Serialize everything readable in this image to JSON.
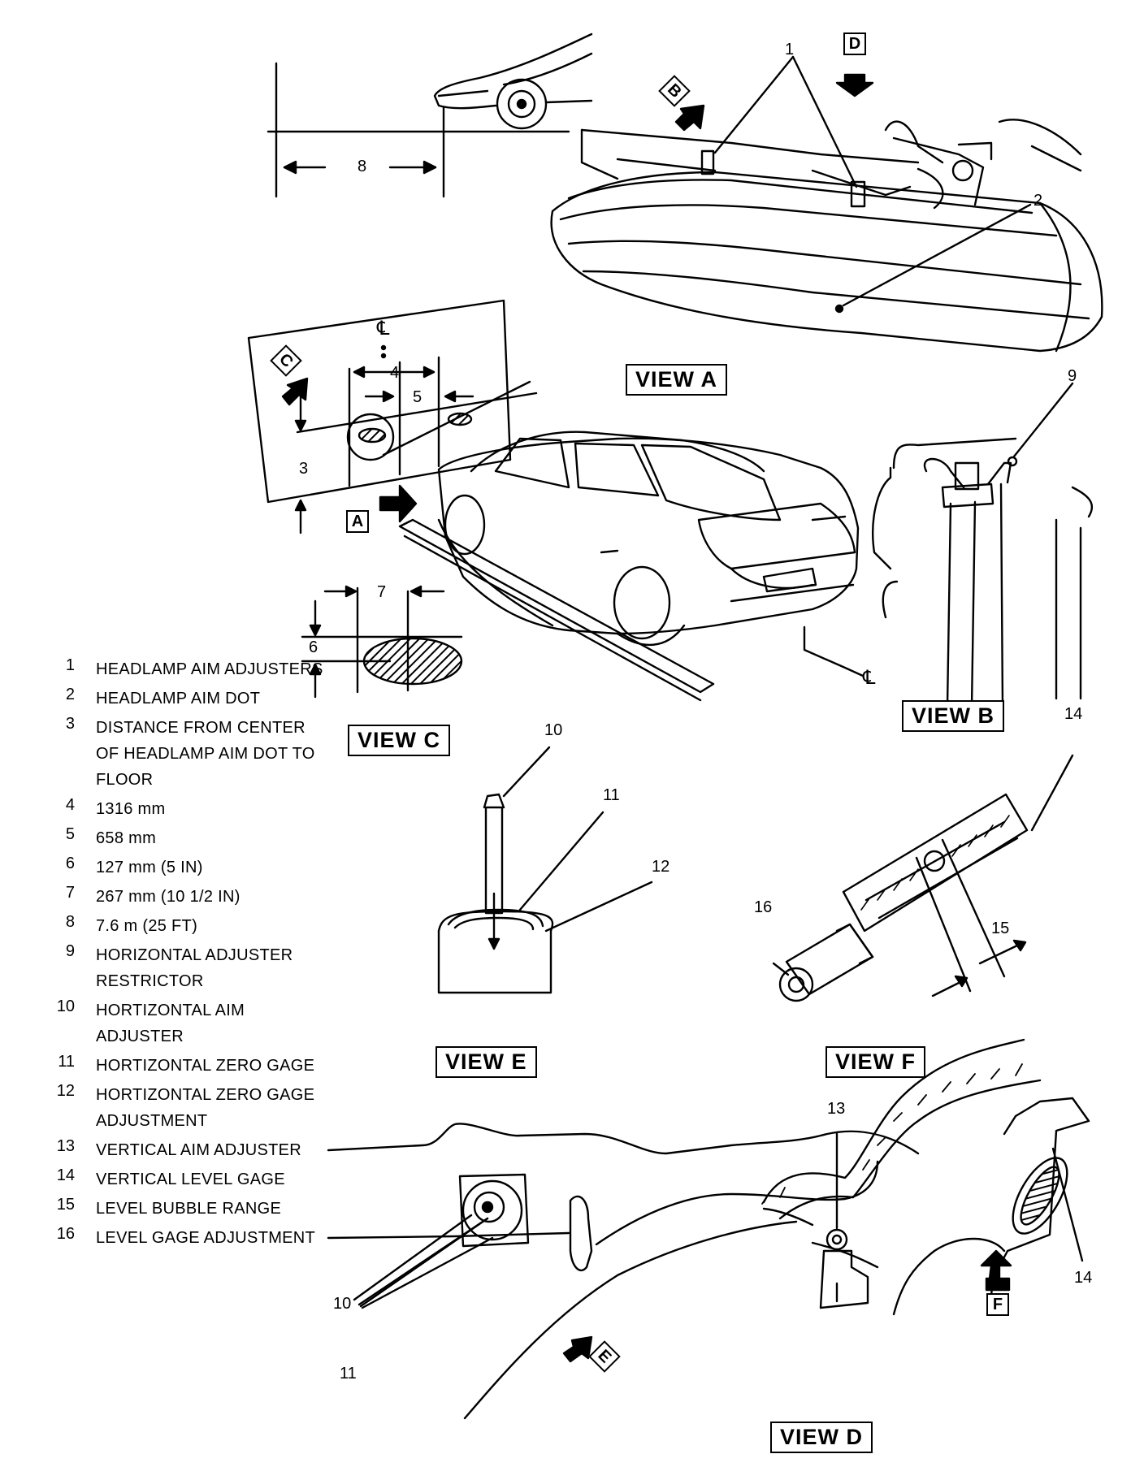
{
  "views": {
    "a": "VIEW A",
    "b": "VIEW B",
    "c": "VIEW C",
    "d": "VIEW D",
    "e": "VIEW E",
    "f": "VIEW F"
  },
  "arrows": {
    "a": "A",
    "b": "B",
    "c": "C",
    "d": "D",
    "e": "E",
    "f": "F"
  },
  "centerline": "℄",
  "callouts": {
    "c1": "1",
    "c2": "2",
    "c3": "3",
    "c4": "4",
    "c5": "5",
    "c6": "6",
    "c7": "7",
    "c8": "8",
    "c9": "9",
    "c10a": "10",
    "c10b": "10",
    "c11a": "11",
    "c11b": "11",
    "c12": "12",
    "c13": "13",
    "c14a": "14",
    "c14b": "14",
    "c15": "15",
    "c16": "16"
  },
  "legend": [
    {
      "num": "1",
      "text": "HEADLAMP AIM ADJUSTERS"
    },
    {
      "num": "2",
      "text": "HEADLAMP AIM DOT"
    },
    {
      "num": "3",
      "text": "DISTANCE FROM CENTER OF HEADLAMP AIM DOT TO FLOOR"
    },
    {
      "num": "4",
      "text": "1316 mm"
    },
    {
      "num": "5",
      "text": "658 mm"
    },
    {
      "num": "6",
      "text": "127 mm (5 IN)"
    },
    {
      "num": "7",
      "text": "267 mm (10 1/2 IN)"
    },
    {
      "num": "8",
      "text": "7.6 m (25 FT)"
    },
    {
      "num": "9",
      "text": "HORIZONTAL ADJUSTER RESTRICTOR"
    },
    {
      "num": "10",
      "text": "HORTIZONTAL AIM ADJUSTER"
    },
    {
      "num": "11",
      "text": "HORTIZONTAL ZERO GAGE"
    },
    {
      "num": "12",
      "text": "HORTIZONTAL ZERO GAGE ADJUSTMENT"
    },
    {
      "num": "13",
      "text": "VERTICAL AIM ADJUSTER"
    },
    {
      "num": "14",
      "text": "VERTICAL LEVEL GAGE"
    },
    {
      "num": "15",
      "text": "LEVEL BUBBLE RANGE"
    },
    {
      "num": "16",
      "text": "LEVEL GAGE ADJUSTMENT"
    }
  ]
}
